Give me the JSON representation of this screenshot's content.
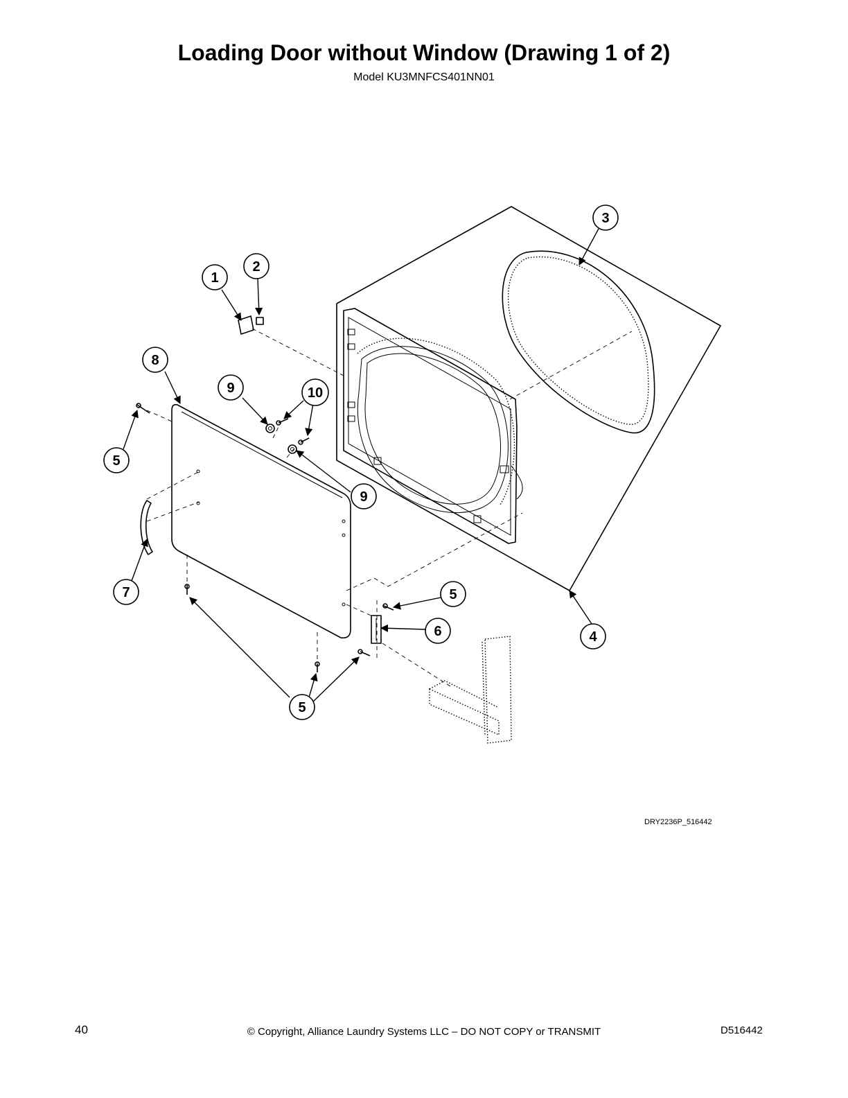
{
  "page": {
    "title": "Loading Door without Window (Drawing 1 of 2)",
    "model": "Model KU3MNFCS401NN01",
    "drawing_code": "DRY2236P_516442",
    "page_number": "40",
    "copyright": "© Copyright, Alliance Laundry Systems LLC – DO NOT COPY or TRANSMIT",
    "document_id": "D516442"
  },
  "callouts": {
    "c1": "1",
    "c2": "2",
    "c3": "3",
    "c4": "4",
    "c5a": "5",
    "c5b": "5",
    "c5c": "5",
    "c6": "6",
    "c7": "7",
    "c8": "8",
    "c9a": "9",
    "c9b": "9",
    "c10": "10"
  }
}
